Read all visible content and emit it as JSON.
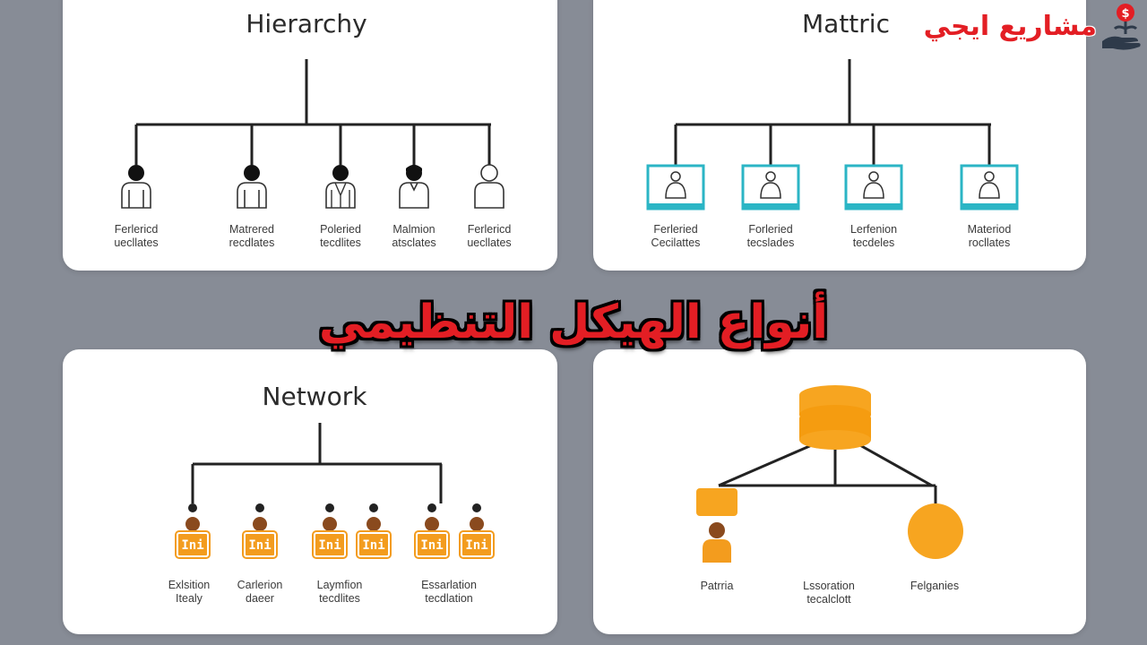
{
  "main_title": "أنواع الهيكل التنظيمي",
  "logo": {
    "text": "مشاريع ايجي",
    "badge": "$"
  },
  "colors": {
    "title_red": "#e31e24",
    "background": "#878c96",
    "matrix_teal": "#2bb5c5",
    "network_orange": "#f39c1e",
    "person_brown": "#8a4a1e",
    "custom_orange": "#f7a520"
  },
  "panels": {
    "hierarchy": {
      "title": "Hierarchy",
      "labels": [
        [
          "Ferlericd",
          "uecllates"
        ],
        [
          "Matrered",
          "recdlates"
        ],
        [
          "Poleried",
          "tecdlites"
        ],
        [
          "Malmion",
          "atsclates"
        ],
        [
          "Ferlericd",
          "uecllates"
        ]
      ]
    },
    "matrix": {
      "title": "Mattric",
      "labels": [
        [
          "Ferleried",
          "Cecilattes"
        ],
        [
          "Forleried",
          "tecslades"
        ],
        [
          "Lerfenion",
          "tecdeles"
        ],
        [
          "Materiod",
          "rocllates"
        ]
      ]
    },
    "network": {
      "title": "Network",
      "icon_text": "Ini",
      "labels": [
        [
          "Exlsition",
          "Itealy"
        ],
        [
          "Carlerion",
          "daeer"
        ],
        [
          "Laymfion",
          "tecdlites"
        ],
        [
          "Essarlation",
          "tecdlation"
        ]
      ]
    },
    "custom": {
      "labels": [
        [
          "Patrria"
        ],
        [
          "Lssoration",
          "tecalclott"
        ],
        [
          "Felganies"
        ]
      ]
    }
  }
}
